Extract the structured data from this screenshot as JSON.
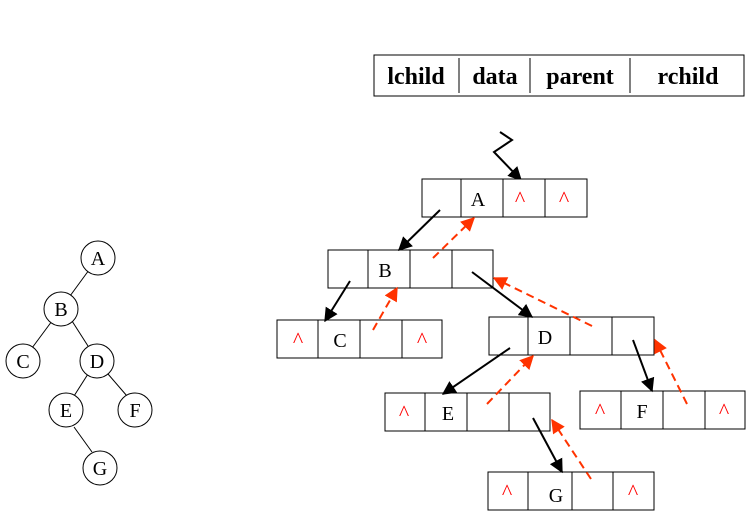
{
  "header_fields": [
    "lchild",
    "data",
    "parent",
    "rchild"
  ],
  "null_symbol": "^",
  "colors": {
    "line": "#000000",
    "parent_arrow": "#ff3300",
    "null_mark": "#ff0000"
  },
  "tree": {
    "nodes": [
      {
        "id": "A",
        "label": "A"
      },
      {
        "id": "B",
        "label": "B"
      },
      {
        "id": "C",
        "label": "C"
      },
      {
        "id": "D",
        "label": "D"
      },
      {
        "id": "E",
        "label": "E"
      },
      {
        "id": "F",
        "label": "F"
      },
      {
        "id": "G",
        "label": "G"
      }
    ],
    "edges": [
      [
        "A",
        "B"
      ],
      [
        "B",
        "C"
      ],
      [
        "B",
        "D"
      ],
      [
        "D",
        "E"
      ],
      [
        "D",
        "F"
      ],
      [
        "E",
        "G"
      ]
    ]
  },
  "list_nodes": [
    {
      "id": "A",
      "data": "A",
      "lchild_null": false,
      "parent_null": true,
      "rchild_null": true
    },
    {
      "id": "B",
      "data": "B",
      "lchild_null": false,
      "parent_null": false,
      "rchild_null": false
    },
    {
      "id": "C",
      "data": "C",
      "lchild_null": true,
      "parent_null": false,
      "rchild_null": true
    },
    {
      "id": "D",
      "data": "D",
      "lchild_null": false,
      "parent_null": false,
      "rchild_null": false
    },
    {
      "id": "E",
      "data": "E",
      "lchild_null": true,
      "parent_null": false,
      "rchild_null": false
    },
    {
      "id": "F",
      "data": "F",
      "lchild_null": true,
      "parent_null": false,
      "rchild_null": true
    },
    {
      "id": "G",
      "data": "G",
      "lchild_null": true,
      "parent_null": false,
      "rchild_null": true
    }
  ]
}
